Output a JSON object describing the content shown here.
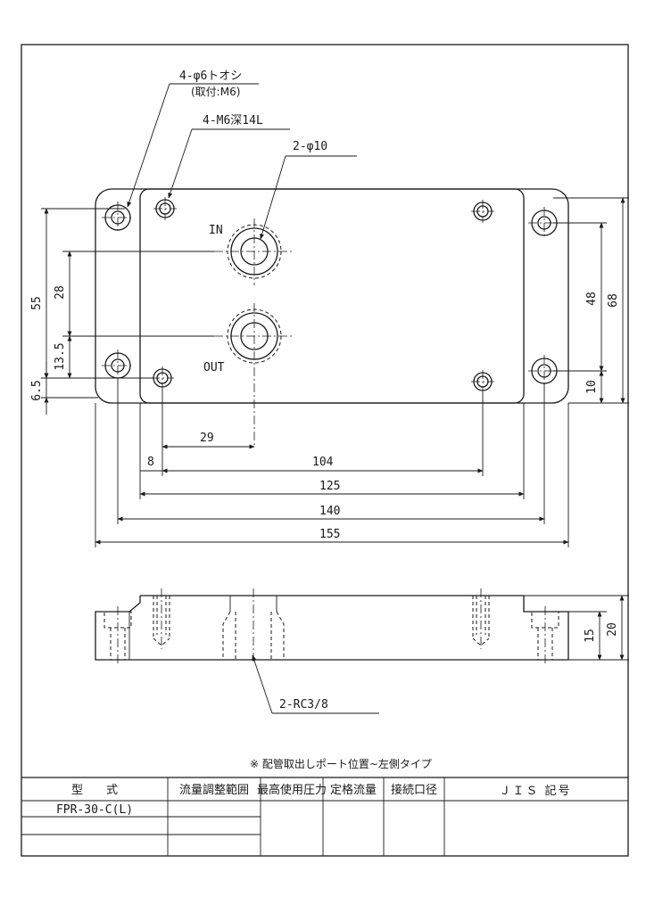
{
  "callouts": {
    "through_holes": "4-φ6トオシ",
    "through_holes_sub": "(取付:M6)",
    "tapped_holes": "4-M6深14L",
    "ports": "2-φ10",
    "port_thread": "2-RC3/8"
  },
  "ports": {
    "in": "IN",
    "out": "OUT"
  },
  "dimensions": {
    "d55": "55",
    "d28": "28",
    "d13_5": "13.5",
    "d6_5": "6.5",
    "d48": "48",
    "d68": "68",
    "d10": "10",
    "d29": "29",
    "d8": "8",
    "d104": "104",
    "d125": "125",
    "d140": "140",
    "d155": "155",
    "d15": "15",
    "d20": "20"
  },
  "note": "※ 配管取出しポート位置~左側タイプ",
  "table": {
    "headers": {
      "model": "型　　式",
      "flow_range": "流量調整範囲",
      "max_pressure": "最高使用圧力",
      "rated_flow": "定格流量",
      "port_size": "接続口径",
      "jis": "ＪＩＳ 記号"
    },
    "model_value": "FPR-30-C(L)"
  }
}
